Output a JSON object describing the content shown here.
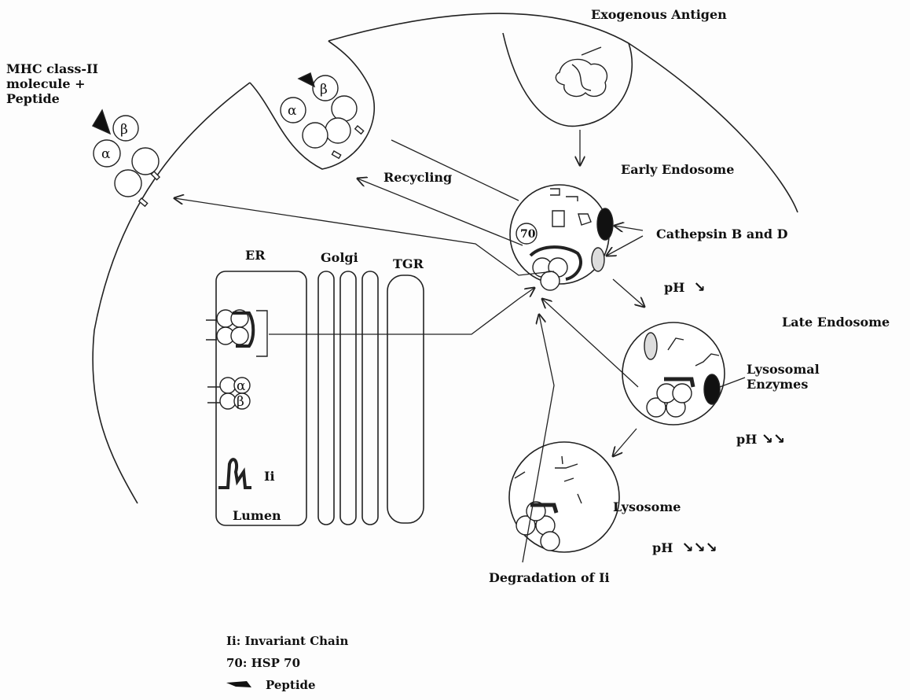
{
  "labels": {
    "mhc_title": [
      "MHC class-II",
      "molecule +",
      "Peptide"
    ],
    "exogenous": "Exogenous Antigen",
    "recycling": "Recycling",
    "early": "Early Endosome",
    "cathepsin": "Cathepsin B and D",
    "ph": "pH",
    "late": "Late Endosome",
    "lysosomal": [
      "Lysosomal",
      "Enzymes"
    ],
    "lysosome": "Lysosome",
    "degradation": "Degradation of Ii",
    "er": "ER",
    "golgi": "Golgi",
    "tgr": "TGR",
    "ii": "Ii",
    "lumen": "Lumen",
    "alpha": "α",
    "beta": "β",
    "hsp": "70"
  },
  "legend": {
    "ii": "Ii: Invariant Chain",
    "hsp": "70: HSP 70",
    "peptide": "Peptide"
  },
  "ph_levels": {
    "early": "↘",
    "late": "↘↘",
    "lysosome": "↘↘↘"
  }
}
